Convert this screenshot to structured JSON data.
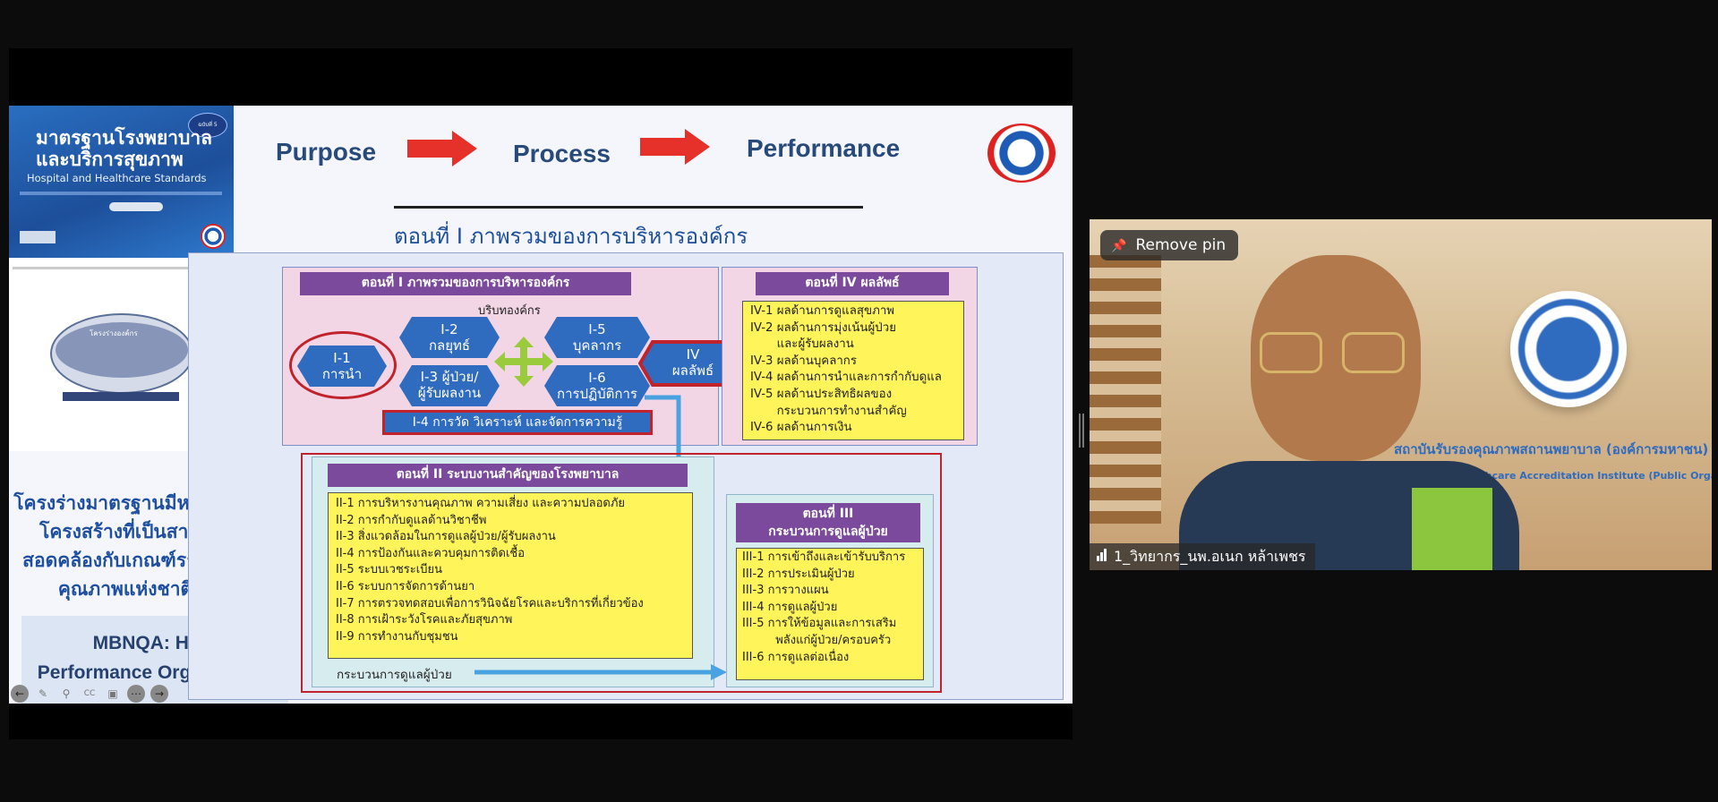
{
  "slide": {
    "cover": {
      "title_line1": "มาตรฐานโรงพยาบาล",
      "title_line2": "และบริการสุขภาพ",
      "subtitle": "Hospital and Healthcare Standards",
      "edition_badge": "ฉบับที่ 5"
    },
    "header": {
      "purpose": "Purpose",
      "process": "Process",
      "performance": "Performance"
    },
    "section_title": "ตอนที่ I ภาพรวมของการบริหารองค์กร",
    "part1": {
      "title": "ตอนที่ I ภาพรวมของการบริหารองค์กร",
      "context": "บริบทองค์กร",
      "hexes": [
        {
          "code": "I-1",
          "label": "การนำ"
        },
        {
          "code": "I-2",
          "label": "กลยุทธ์"
        },
        {
          "code": "I-3",
          "label": "ผู้ป่วย/",
          "label2": "ผู้รับผลงาน"
        },
        {
          "code": "I-5",
          "label": "บุคลากร"
        },
        {
          "code": "I-6",
          "label": "การปฏิบัติการ"
        },
        {
          "code": "IV",
          "label": "ผลลัพธ์"
        }
      ],
      "i4": "I-4 การวัด วิเคราะห์ และจัดการความรู้"
    },
    "part4": {
      "title": "ตอนที่ IV ผลลัพธ์",
      "items": [
        "IV-1 ผลด้านการดูแลสุขภาพ",
        "IV-2 ผลด้านการมุ่งเน้นผู้ป่วย",
        "       และผู้รับผลงาน",
        "IV-3 ผลด้านบุคลากร",
        "IV-4 ผลด้านการนำและการกำกับดูแล",
        "IV-5 ผลด้านประสิทธิผลของ",
        "       กระบวนการทำงานสำคัญ",
        "IV-6 ผลด้านการเงิน"
      ]
    },
    "part2": {
      "title": "ตอนที่ II ระบบงานสำคัญของโรงพยาบาล",
      "items": [
        "II-1 การบริหารงานคุณภาพ ความเสี่ยง และความปลอดภัย",
        "II-2 การกำกับดูแลด้านวิชาชีพ",
        "II-3 สิ่งแวดล้อมในการดูแลผู้ป่วย/ผู้รับผลงาน",
        "II-4 การป้องกันและควบคุมการติดเชื้อ",
        "II-5 ระบบเวชระเบียน",
        "II-6 ระบบการจัดการด้านยา",
        "II-7 การตรวจทดสอบเพื่อการวินิจฉัยโรคและบริการที่เกี่ยวข้อง",
        "II-8 การเฝ้าระวังโรคและภัยสุขภาพ",
        "II-9 การทำงานกับชุมชน"
      ],
      "flow_label": "กระบวนการดูแลผู้ป่วย"
    },
    "part3": {
      "title_line1": "ตอนที่ III",
      "title_line2": "กระบวนการดูแลผู้ป่วย",
      "items": [
        "III-1 การเข้าถึงและเข้ารับบริการ",
        "III-2 การประเมินผู้ป่วย",
        "III-3 การวางแผน",
        "III-4 การดูแลผู้ป่วย",
        "III-5 การให้ข้อมูลและการเสริม",
        "         พลังแก่ผู้ป่วย/ครอบครัว",
        "III-6 การดูแลต่อเนื่อง"
      ]
    },
    "left_text": [
      "โครงร่างมาตรฐานมีหลักคิด",
      "โครงสร้างที่เป็นสากล",
      "สอดคล้องกับเกณฑ์รางวัล",
      "คุณภาพแห่งชาติ"
    ],
    "mbnqa_line1": "MBNQA: High",
    "mbnqa_line2": "Performance Organization",
    "diagram_center": "โครงร่างองค์กร"
  },
  "video": {
    "pin_button": "Remove pin",
    "participant_name": "1_วิทยากร_นพ.อเนก หล้าเพชร",
    "wall_text_th": "สถาบันรับรองคุณภาพสถานพยาบาล (องค์การมหาชน)",
    "wall_text_en": "The Healthcare Accreditation Institute (Public Organization)"
  },
  "colors": {
    "arrow_red": "#e5312a",
    "hex_blue": "#2f6bbf",
    "label_purple": "#7b4a9c",
    "box_yellow": "#fff45a",
    "outline_red": "#c0232b"
  }
}
